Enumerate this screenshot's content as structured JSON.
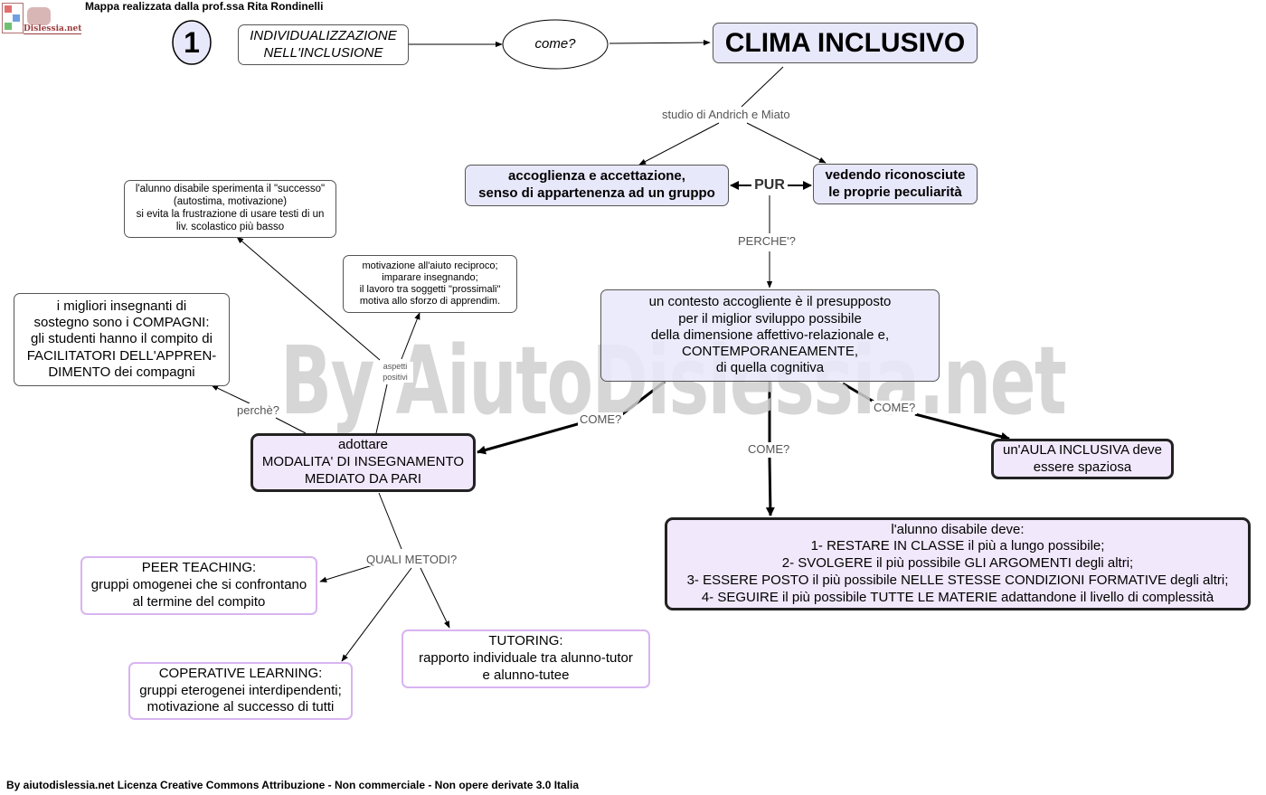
{
  "header": {
    "credit": "Mappa realizzata dalla prof.ssa Rita Rondinelli",
    "map_number": "1",
    "logo_text": "Dislessia.net"
  },
  "footer": {
    "license": "By aiutodislessia.net Licenza Creative Commons Attribuzione - Non commerciale - Non opere derivate 3.0 Italia"
  },
  "watermark": "By AiutoDislessia.net",
  "nodes": {
    "individualizzazione": [
      "INDIVIDUALIZZAZIONE",
      "NELL'INCLUSIONE"
    ],
    "come": "come?",
    "clima": "CLIMA INCLUSIVO",
    "accoglienza": [
      "accoglienza e accettazione,",
      "senso di appartenenza ad un gruppo"
    ],
    "pur": "PUR",
    "vedendo": [
      "vedendo riconosciute",
      "le proprie peculiarità"
    ],
    "contesto": [
      "un contesto accogliente è il presupposto",
      "per il miglior sviluppo possibile",
      "della dimensione affettivo-relazionale e,",
      "CONTEMPORANEAMENTE,",
      "di quella cognitiva"
    ],
    "aula": [
      "un'AULA INCLUSIVA deve",
      "essere spaziosa"
    ],
    "alunno": [
      "l'alunno disabile deve:",
      "1- RESTARE IN CLASSE il più a lungo possibile;",
      "2- SVOLGERE il più possibile GLI ARGOMENTI degli altri;",
      "3- ESSERE POSTO il più possibile NELLE STESSE CONDIZIONI FORMATIVE degli altri;",
      "4- SEGUIRE il più possibile TUTTE LE MATERIE adattandone il livello di complessità"
    ],
    "modalita": [
      "adottare",
      "MODALITA' DI INSEGNAMENTO",
      "MEDIATO DA PARI"
    ],
    "insegnanti": [
      "i migliori insegnanti di",
      "sostegno sono i COMPAGNI:",
      "gli studenti hanno il compito di",
      "FACILITATORI DELL'APPREN-",
      "DIMENTO dei compagni"
    ],
    "successo": [
      "l'alunno disabile sperimenta il \"successo\"",
      "(autostima, motivazione)",
      "si evita la frustrazione di usare testi di un",
      "liv. scolastico più basso"
    ],
    "motivazione": [
      "motivazione all'aiuto reciproco;",
      "imparare insegnando;",
      "il lavoro tra soggetti \"prossimali\"",
      "motiva allo sforzo di apprendim."
    ],
    "peer": [
      "PEER TEACHING:",
      "gruppi omogenei che si confrontano",
      "al termine del compito"
    ],
    "tutoring": [
      "TUTORING:",
      "rapporto individuale tra alunno-tutor",
      "e alunno-tutee"
    ],
    "cooperative": [
      "COPERATIVE LEARNING:",
      "gruppi eterogenei interdipendenti;",
      "motivazione al successo di tutti"
    ]
  },
  "link_labels": {
    "studio": "studio di Andrich e Miato",
    "perche": "PERCHE'?",
    "come_left": "COME?",
    "come_mid": "COME?",
    "come_right": "COME?",
    "perche_small": "perchè?",
    "aspetti": [
      "aspetti",
      "positivi"
    ],
    "quali": "QUALI METODI?"
  },
  "colors": {
    "lavender": "#e8e8fb",
    "lilac": "#f1e8fb",
    "pink_border": "#d8b4f0",
    "watermark": "#cfcfcf"
  }
}
